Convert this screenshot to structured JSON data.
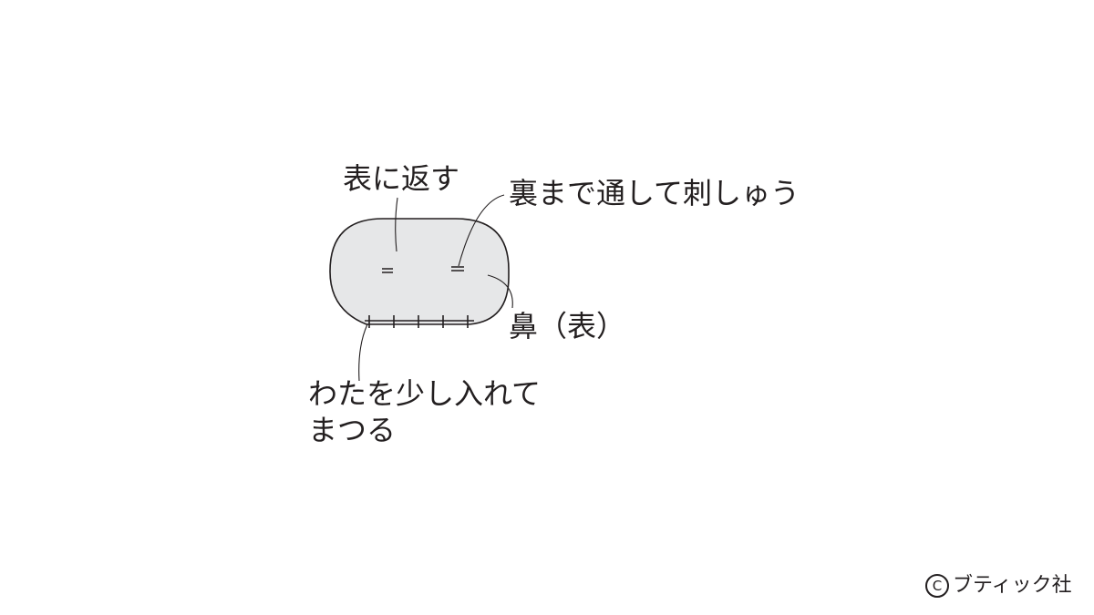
{
  "labels": {
    "turn_right_side_out": "表に返す",
    "stitch_through_to_back": "裏まで通して刺しゅう",
    "nose_right_side": "鼻（表）",
    "stuff_and_slipstitch": [
      "わたを少し入れて",
      "まつる"
    ]
  },
  "credit": {
    "copyright_symbol": "C",
    "publisher": "ブティック社"
  },
  "colors": {
    "nose_fill": "#e6e7e8",
    "line": "#231f20",
    "background": "#ffffff"
  }
}
